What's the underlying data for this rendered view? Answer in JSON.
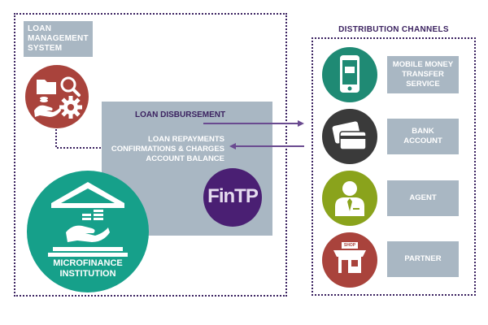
{
  "lms": {
    "title_line1": "LOAN",
    "title_line2": "MANAGEMENT",
    "title_line3": "SYSTEM"
  },
  "flow": {
    "disbursement": "LOAN DISBURSEMENT",
    "line1": "LOAN REPAYMENTS",
    "line2": "CONFIRMATIONS & CHARGES",
    "line3": "ACCOUNT BALANCE"
  },
  "fintp": {
    "logo_text": "FinTP"
  },
  "mfi": {
    "line1": "MICROFINANCE",
    "line2": "INSTITUTION"
  },
  "channels": {
    "title": "DISTRIBUTION CHANNELS",
    "items": [
      {
        "line1": "MOBILE MONEY",
        "line2": "TRANSFER",
        "line3": "SERVICE",
        "color": "#1f8a74"
      },
      {
        "line1": "BANK",
        "line2": "ACCOUNT",
        "line3": "",
        "color": "#3a3a3a"
      },
      {
        "line1": "AGENT",
        "line2": "",
        "line3": "",
        "color": "#8aa31c"
      },
      {
        "line1": "PARTNER",
        "line2": "",
        "line3": "",
        "color": "#a9433c"
      }
    ],
    "shop_sign": "SHOP"
  },
  "colors": {
    "frame": "#3b2260",
    "gray": "#a9b7c3",
    "teal": "#16a08a",
    "red": "#a9433c",
    "purple": "#4a1f73"
  }
}
